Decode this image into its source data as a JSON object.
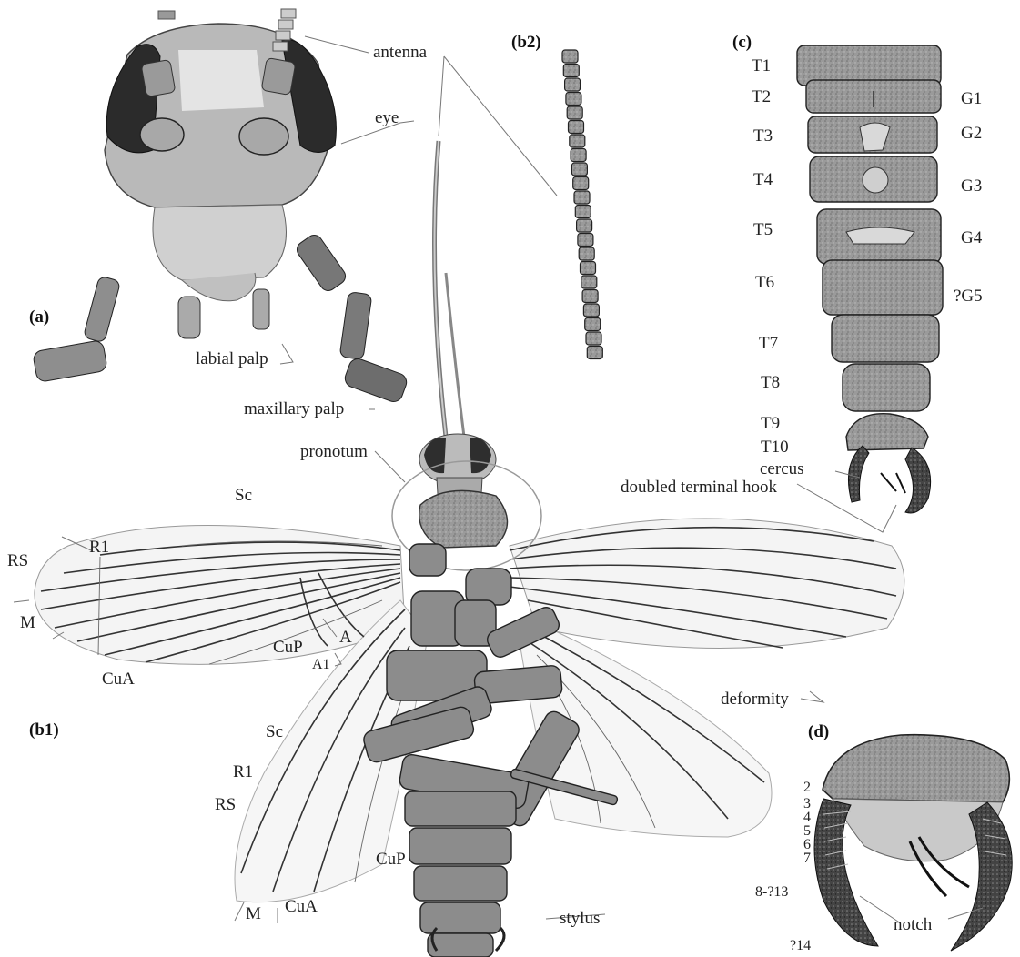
{
  "panels": {
    "a": "(a)",
    "b1": "(b1)",
    "b2": "(b2)",
    "c": "(c)",
    "d": "(d)"
  },
  "labels_a": {
    "antenna": "antenna",
    "eye": "eye",
    "labial_palp": "labial palp",
    "maxillary_palp": "maxillary palp"
  },
  "labels_b1": {
    "pronotum": "pronotum",
    "sc_fore": "Sc",
    "r1_fore": "R1",
    "rs_fore": "RS",
    "m_fore": "M",
    "cua_fore": "CuA",
    "cup_fore": "CuP",
    "a_fore": "A",
    "a1_fore": "A1",
    "deformity": "deformity",
    "sc_hind": "Sc",
    "r1_hind": "R1",
    "rs_hind": "RS",
    "cup_hind": "CuP",
    "m_hind": "M",
    "cua_hind": "CuA",
    "stylus": "stylus"
  },
  "labels_c": {
    "tergites": [
      "T1",
      "T2",
      "T3",
      "T4",
      "T5",
      "T6",
      "T7",
      "T8",
      "T9",
      "T10"
    ],
    "genitalia": [
      "G1",
      "G2",
      "G3",
      "G4",
      "?G5"
    ],
    "cercus": "cercus",
    "hook": "doubled terminal hook"
  },
  "labels_d": {
    "segments": [
      "2",
      "3",
      "4",
      "5",
      "6",
      "7"
    ],
    "range": "8-?13",
    "last": "?14",
    "notch": "notch"
  }
}
